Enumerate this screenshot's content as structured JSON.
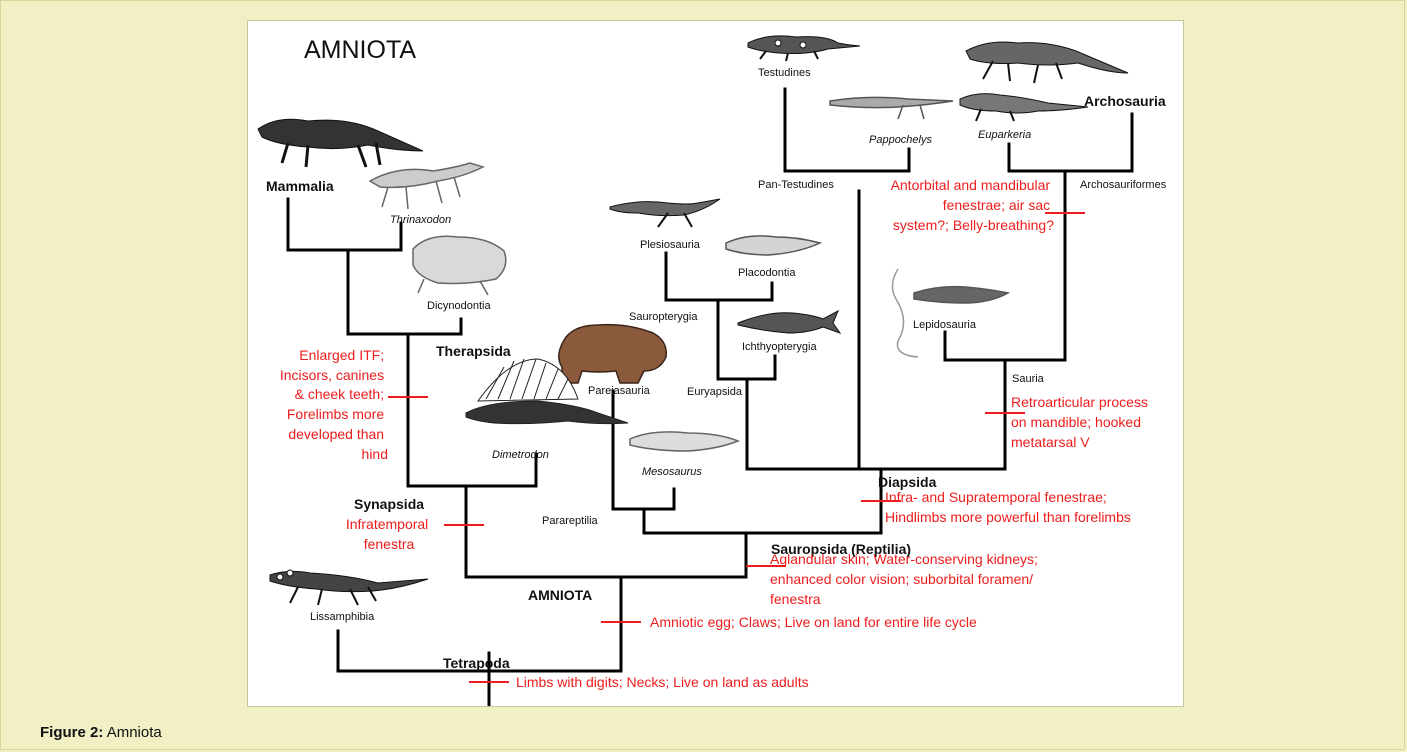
{
  "figure": {
    "title": "AMNIOTA",
    "caption_prefix": "Figure 2:",
    "caption_text": "Amniota"
  },
  "taxa": {
    "testudines": "Testudines",
    "pappochelys": "Pappochelys",
    "euparkeria": "Euparkeria",
    "archosauria": "Archosauria",
    "pan_testudines": "Pan-Testudines",
    "archosauriformes": "Archosauriformes",
    "mammalia": "Mammalia",
    "thrinaxodon": "Thrinaxodon",
    "plesiosauria": "Plesiosauria",
    "placodontia": "Placodontia",
    "dicynodontia": "Dicynodontia",
    "sauropterygia": "Sauropterygia",
    "lepidosauria": "Lepidosauria",
    "ichthyopterygia": "Ichthyopterygia",
    "therapsida": "Therapsida",
    "pareiasauria": "Pareiasauria",
    "euryapsida": "Euryapsida",
    "sauria": "Sauria",
    "dimetrodon": "Dimetrodon",
    "mesosaurus": "Mesosaurus",
    "diapsida": "Diapsida",
    "synapsida": "Synapsida",
    "parareptilia": "Parareptilia",
    "sauropsida": "Sauropsida (Reptilia)",
    "amniota_node": "AMNIOTA",
    "lissamphibia": "Lissamphibia",
    "tetrapoda": "Tetrapoda"
  },
  "traits": {
    "archosauriformes": [
      "Antorbital and mandibular",
      "fenestrae; air sac",
      "system?; Belly-breathing?"
    ],
    "therapsida": [
      "Enlarged ITF;",
      "Incisors, canines",
      "& cheek teeth;",
      "Forelimbs more",
      "developed than",
      "hind"
    ],
    "sauria": [
      "Retroarticular process",
      "on mandible; hooked",
      "metatarsal V"
    ],
    "diapsida": [
      "Infra- and Supratemporal fenestrae;",
      "Hindlimbs more powerful than forelimbs"
    ],
    "synapsida": [
      "Infratemporal",
      "fenestra"
    ],
    "sauropsida": [
      "Aglandular skin; Water-conserving kidneys;",
      "enhanced color vision; suborbital foramen/",
      "fenestra"
    ],
    "amniota": [
      "Amniotic egg; Claws; Live on land for entire life cycle"
    ],
    "tetrapoda": [
      "Limbs with digits; Necks; Live on land as adults"
    ]
  },
  "colors": {
    "background": "#f1efc4",
    "tree_lines": "#000000",
    "trait_text": "#ee1c1c",
    "pareiasaur_fill": "#8b5a3c"
  }
}
